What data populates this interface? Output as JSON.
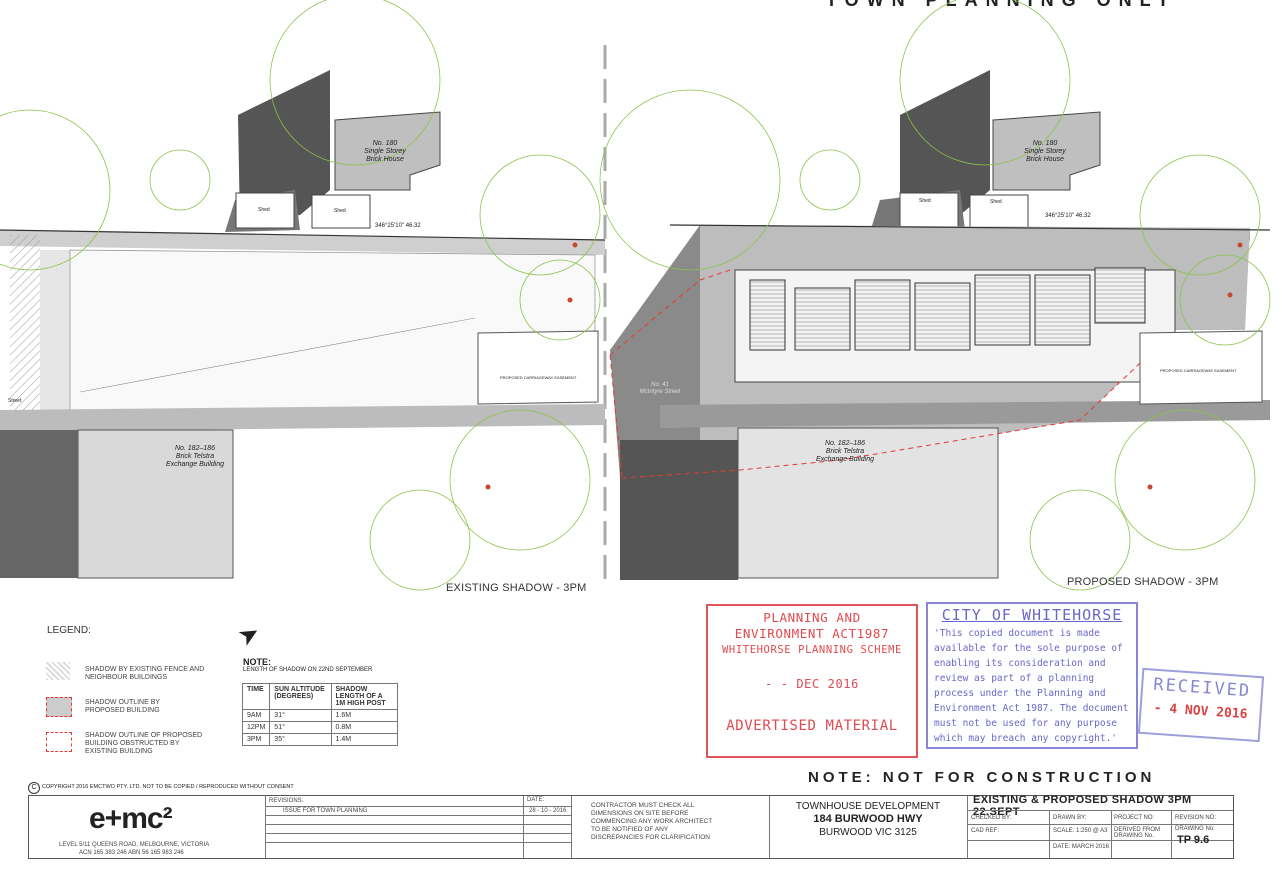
{
  "header": {
    "partial_title": "TOWN PLANNING ONLY"
  },
  "left_plan": {
    "caption": "EXISTING SHADOW - 3PM",
    "labels": {
      "house_no": "No. 180",
      "house_type": "Single Storey",
      "house_material": "Brick House",
      "shed1": "Shed",
      "shed2": "Shed",
      "bearing": "346°25'10\" 46.32",
      "telstra_no": "No. 182–186",
      "telstra_1": "Brick Telstra",
      "telstra_2": "Exchange Building",
      "easement": "PROPOSED CARRIAGEWAY EASEMENT",
      "street": "Street"
    }
  },
  "right_plan": {
    "caption": "PROPOSED SHADOW - 3PM",
    "labels": {
      "house_no": "No. 180",
      "house_type": "Single Storey",
      "house_material": "Brick House",
      "shed1": "Shed",
      "shed2": "Shed",
      "bearing": "346°25'10\" 46.32",
      "telstra_no": "No. 182–186",
      "telstra_1": "Brick Telstra",
      "telstra_2": "Exchange Building",
      "mcintyre_no": "No. 41",
      "mcintyre_st": "McIntyre Street",
      "easement": "PROPOSED CARRIAGEWAY EASEMENT"
    }
  },
  "legend": {
    "title": "LEGEND:",
    "items": [
      {
        "text": "SHADOW BY EXISTING FENCE AND NEIGHBOUR BUILDINGS"
      },
      {
        "text": "SHADOW OUTLINE BY PROPOSED BUILDING"
      },
      {
        "text": "SHADOW OUTLINE OF PROPOSED BUILDING OBSTRUCTED BY EXISTING BUILDING"
      }
    ]
  },
  "note": {
    "title": "NOTE:",
    "subtitle": "LENGTH OF SHADOW ON 22ND SEPTEMBER",
    "headers": [
      "TIME",
      "SUN ALTITUDE (DEGREES)",
      "SHADOW LENGTH OF A 1M HIGH POST"
    ],
    "rows": [
      [
        "9AM",
        "31°",
        "1.6M"
      ],
      [
        "12PM",
        "51°",
        "0.8M"
      ],
      [
        "3PM",
        "35°",
        "1.4M"
      ]
    ]
  },
  "stamps": {
    "planning": {
      "line1": "PLANNING AND",
      "line2": "ENVIRONMENT ACT1987",
      "line3": "WHITEHORSE PLANNING SCHEME",
      "date": "- - DEC 2016",
      "footer": "ADVERTISED MATERIAL"
    },
    "city": {
      "title": "CITY OF WHITEHORSE",
      "body": "'This copied document is made available for the sole purpose of enabling its consideration and review as part of a planning process under the Planning and Environment Act 1987. The document must not be used for any purpose which may breach any copyright.'"
    },
    "received": {
      "title": "RECEIVED",
      "date": "- 4 NOV 2016"
    }
  },
  "footer": {
    "not_for_construction": "NOTE: NOT FOR CONSTRUCTION",
    "copyright": "COPYRIGHT 2016 EMCTWO PTY. LTD. NOT TO BE COPIED / REPRODUCED WITHOUT CONSENT",
    "logo": "e+mc²",
    "address_1": "LEVEL 5/11 QUEENS ROAD, MELBOURNE, VICTORIA",
    "address_2": "ACN 165 383 246 ABN 56 165 983 246",
    "revisions_label": "REVISIONS:",
    "date_label": "DATE:",
    "revision_1": "ISSUE FOR TOWN PLANNING",
    "revision_1_date": "28 - 10 - 2016",
    "contractor_note": "CONTRACTOR MUST CHECK ALL DIMENSIONS ON SITE BEFORE COMMENCING ANY WORK ARCHITECT TO BE NOTIFIED OF ANY DISCREPANCIES FOR CLARIFICATION",
    "project_1": "TOWNHOUSE DEVELOPMENT",
    "project_2": "184 BURWOOD HWY",
    "project_3": "BURWOOD VIC 3125",
    "drawing_title": "EXISTING & PROPOSED SHADOW 3PM 22.SEPT",
    "checked_by": "CHECKED BY:",
    "drawn_by": "DRAWN BY:",
    "project_no": "PROJECT NO:",
    "revision_no": "REVISION NO:",
    "cad_ref": "CAD REF:",
    "scale": "SCALE: 1:250 @ A3",
    "derived": "DERIVED FROM DRAWING No.",
    "drawing_no_label": "DRAWING No:",
    "drawing_no": "TP 9.6",
    "date": "DATE: MARCH 2016"
  }
}
